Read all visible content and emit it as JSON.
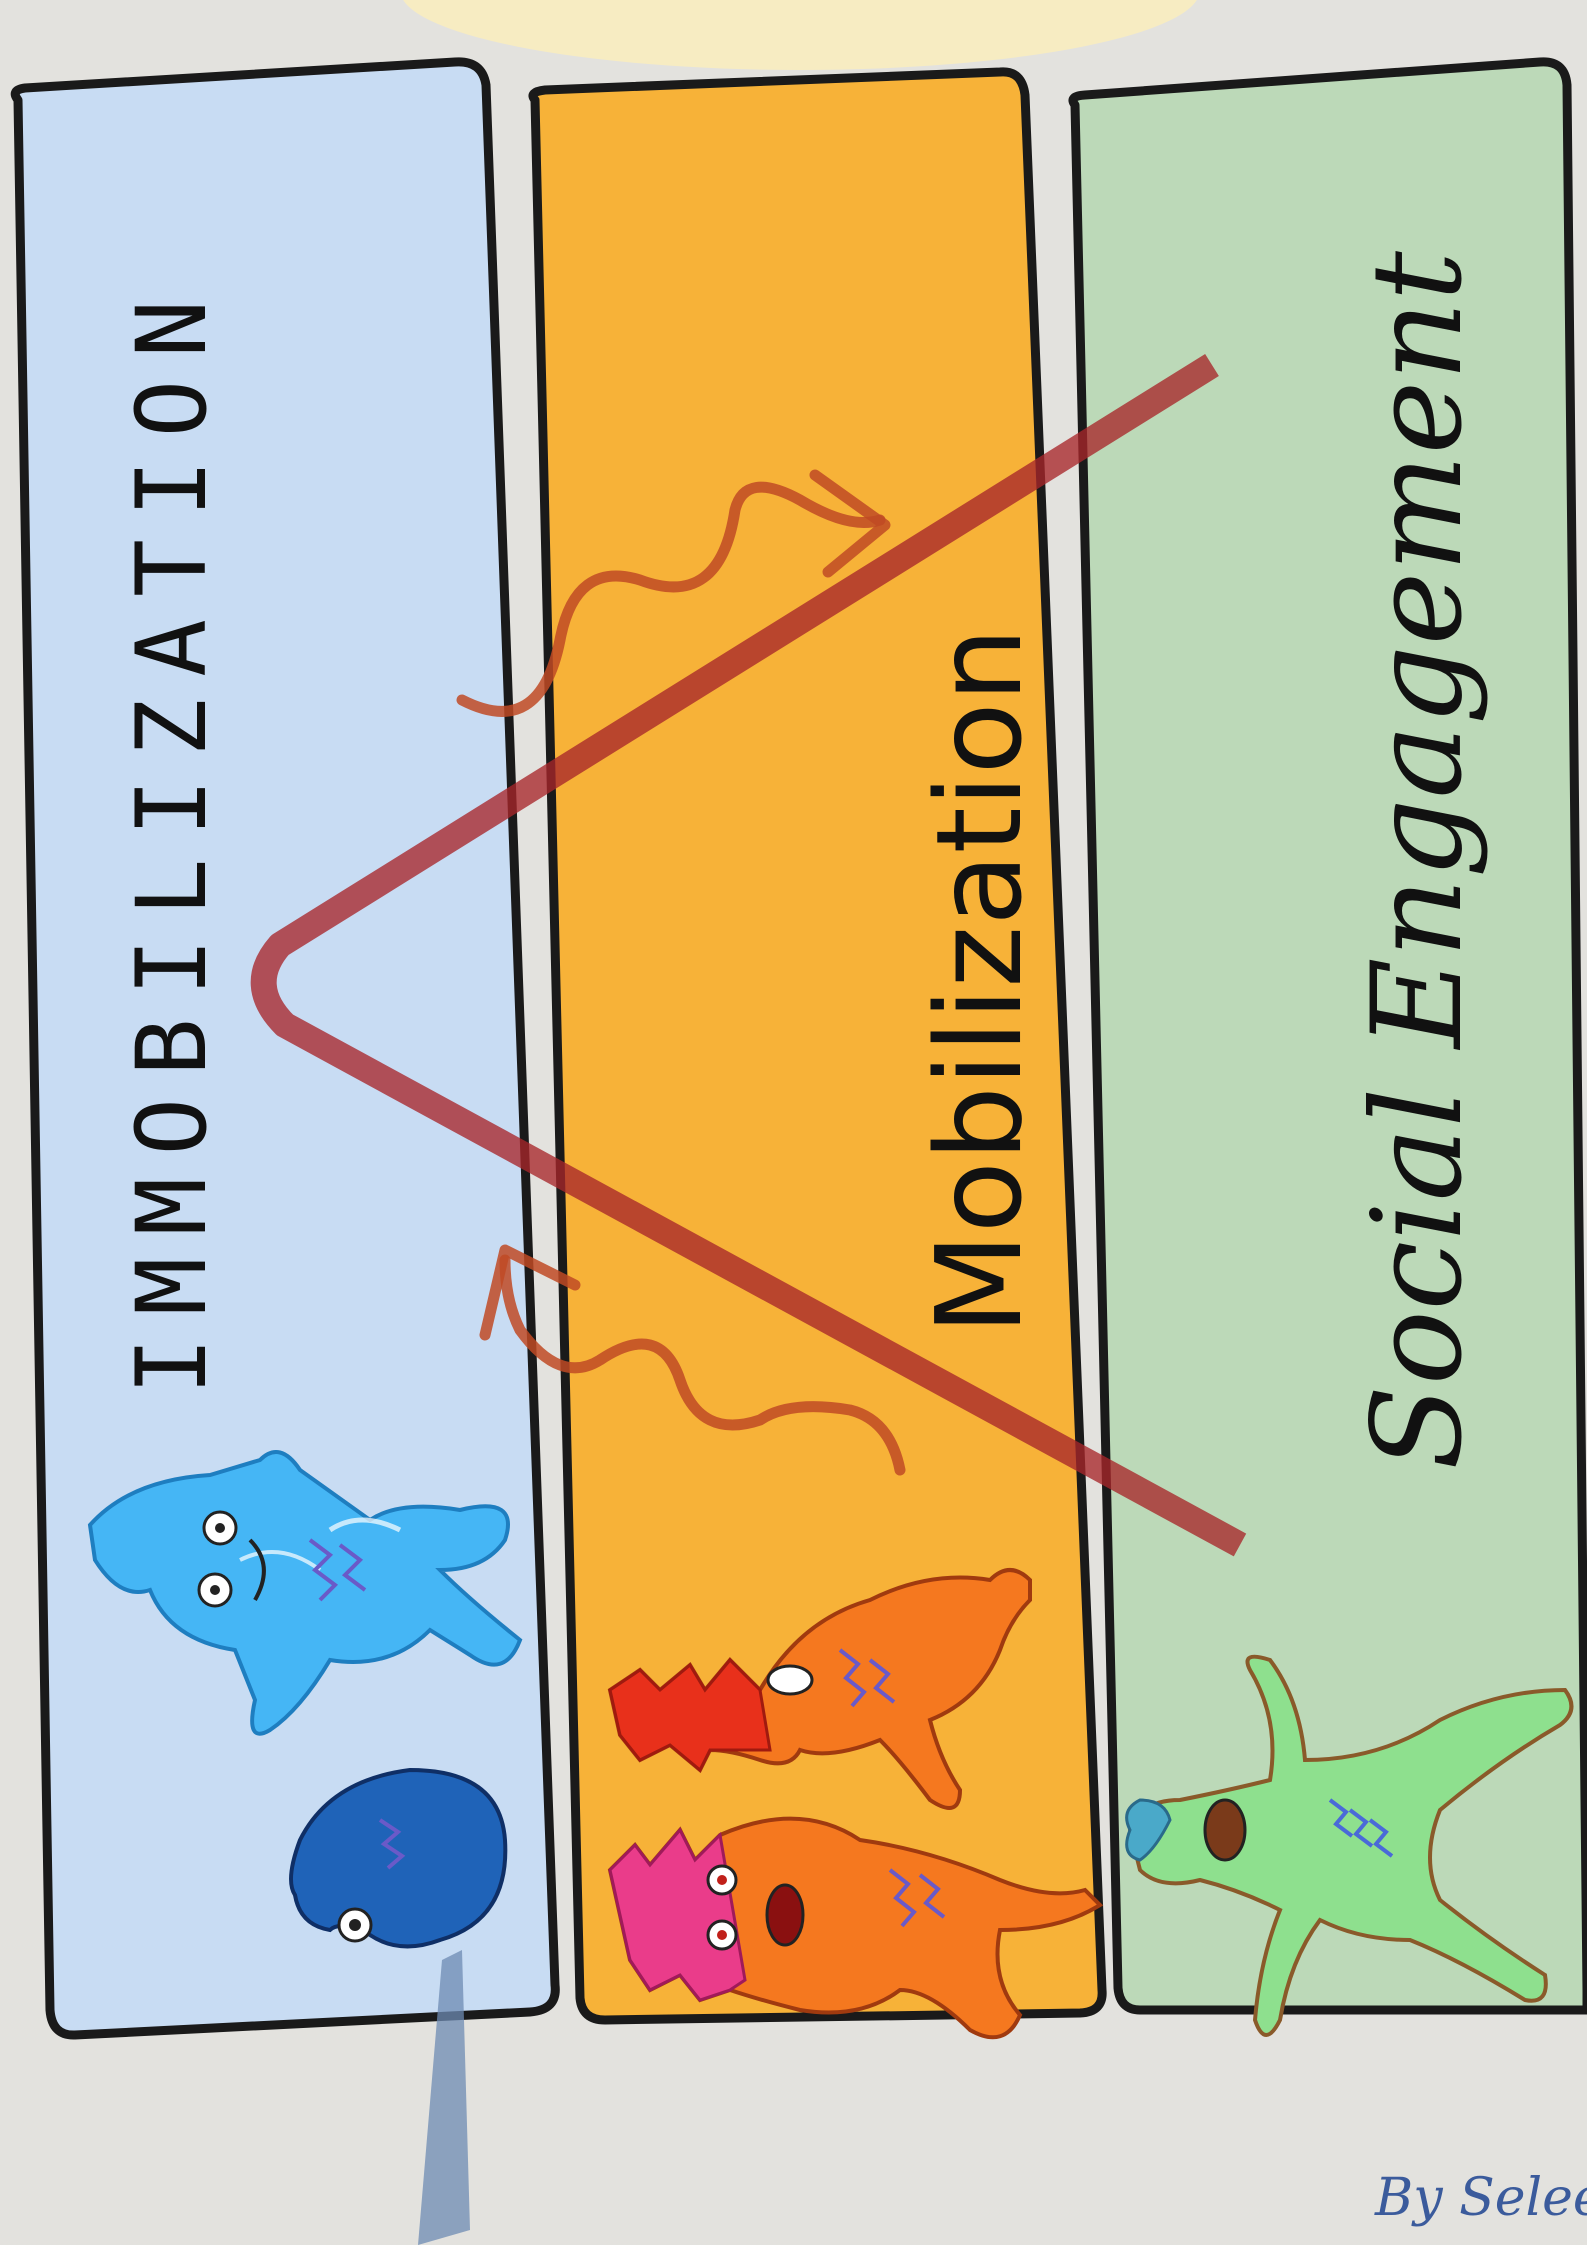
{
  "diagram": {
    "panels": [
      {
        "id": "immobilization",
        "label": "IMMOBILIZATION",
        "color": "#c8dcf3"
      },
      {
        "id": "mobilization",
        "label": "Mobilization",
        "color": "#f7b238"
      },
      {
        "id": "social-engagement",
        "label": "Social Engagement",
        "color": "#bcd9b8"
      }
    ],
    "arrow_color": "#a8262a",
    "characters": [
      {
        "name": "frozen-character",
        "panel": "immobilization"
      },
      {
        "name": "collapsed-character",
        "panel": "immobilization"
      },
      {
        "name": "angry-character",
        "panel": "mobilization"
      },
      {
        "name": "panicked-character",
        "panel": "mobilization"
      },
      {
        "name": "happy-character",
        "panel": "social-engagement"
      }
    ]
  },
  "signature": "By Seleee"
}
